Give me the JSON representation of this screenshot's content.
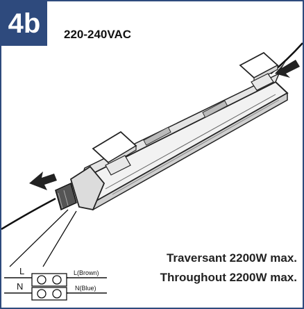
{
  "step_badge": "4b",
  "voltage": "220-240VAC",
  "captions": {
    "traversant": "Traversant 2200W max.",
    "throughout": "Throughout 2200W max."
  },
  "terminal": {
    "live_letter": "L",
    "neutral_letter": "N",
    "live_wire": "L(Brown)",
    "neutral_wire": "N(Blue)"
  },
  "icons": [
    "arrow-icon",
    "arrow-icon",
    "luminaire-illustration",
    "terminal-block-icon"
  ],
  "colors": {
    "accent": "#2e4a7d",
    "line": "#111111"
  }
}
